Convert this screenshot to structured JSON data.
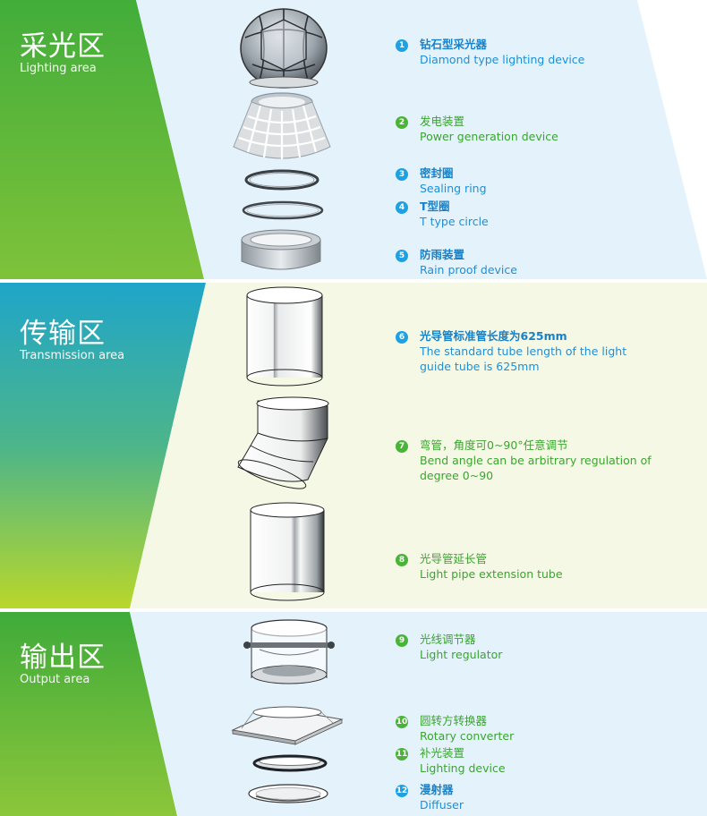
{
  "zones": [
    {
      "cn": "采光区",
      "en": "Lighting area"
    },
    {
      "cn": "传输区",
      "en": "Transmission area"
    },
    {
      "cn": "输出区",
      "en": "Output area"
    }
  ],
  "items": [
    {
      "num": "1",
      "cn": "钻石型采光器",
      "en": "Diamond type lighting device"
    },
    {
      "num": "2",
      "cn": "发电装置",
      "en": "Power generation device"
    },
    {
      "num": "3",
      "cn": "密封圈",
      "en": "Sealing ring"
    },
    {
      "num": "4",
      "cn": "T型圈",
      "en": "T type circle"
    },
    {
      "num": "5",
      "cn": "防雨装置",
      "en": "Rain proof device"
    },
    {
      "num": "6",
      "cn": "光导管标准管长度为625mm",
      "en": "The standard tube length of the light guide tube is 625mm"
    },
    {
      "num": "7",
      "cn": "弯管，角度可0~90°任意调节",
      "en": "Bend angle can be arbitrary regulation of degree 0~90"
    },
    {
      "num": "8",
      "cn": "光导管延长管",
      "en": "Light pipe extension tube"
    },
    {
      "num": "9",
      "cn": "光线调节器",
      "en": "Light regulator"
    },
    {
      "num": "10",
      "cn": "圆转方转换器",
      "en": "Rotary converter"
    },
    {
      "num": "11",
      "cn": "补光装置",
      "en": "Lighting device"
    },
    {
      "num": "12",
      "cn": "漫射器",
      "en": "Diffuser"
    }
  ],
  "colors": {
    "green_dark": "#3aa535",
    "green_light": "#b8d82a",
    "teal": "#1ea6c6",
    "blue_panel": "#e4f2fb",
    "cream_panel": "#f6f8e6",
    "number_blue": "#1da1e2",
    "number_green": "#49b437"
  }
}
